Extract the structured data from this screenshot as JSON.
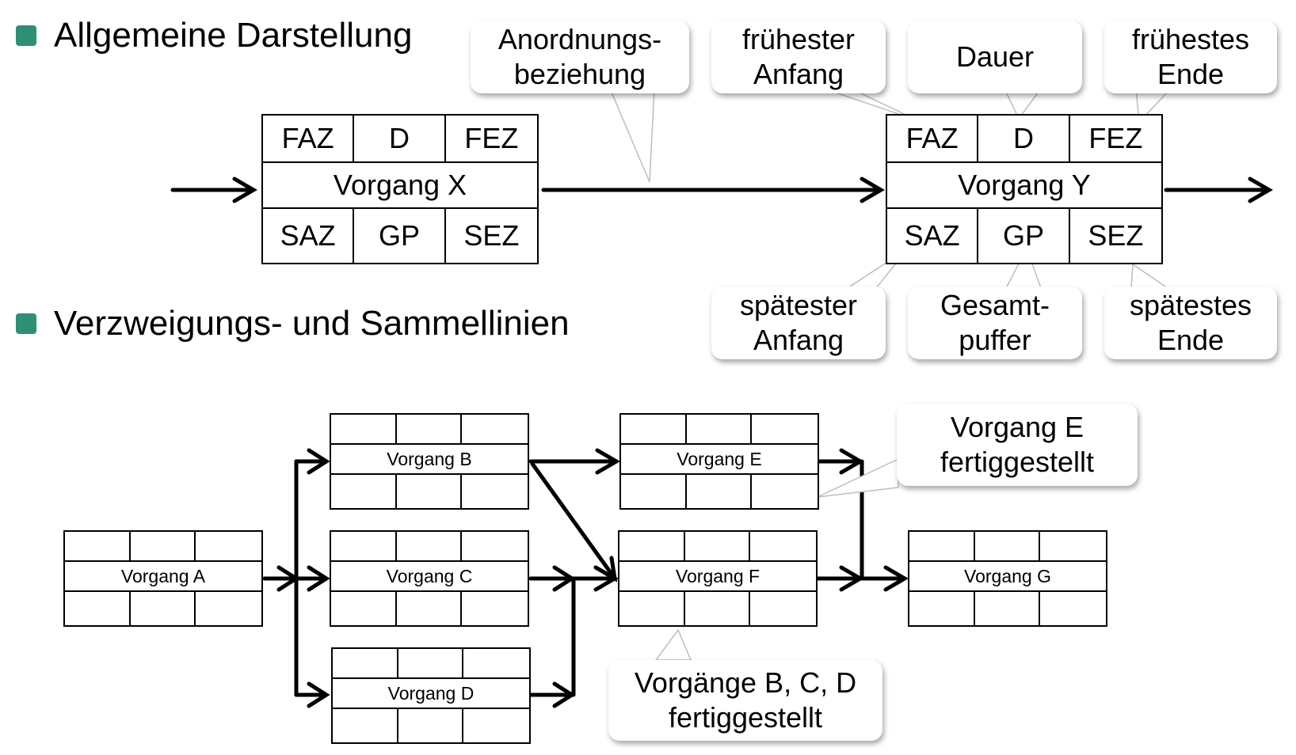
{
  "sections": {
    "general": "Allgemeine Darstellung",
    "branching": "Verzweigungs- und Sammellinien"
  },
  "general_node_x": {
    "top": [
      "FAZ",
      "D",
      "FEZ"
    ],
    "name": "Vorgang X",
    "bottom": [
      "SAZ",
      "GP",
      "SEZ"
    ]
  },
  "general_node_y": {
    "top": [
      "FAZ",
      "D",
      "FEZ"
    ],
    "name": "Vorgang Y",
    "bottom": [
      "SAZ",
      "GP",
      "SEZ"
    ]
  },
  "callouts": {
    "relation": [
      "Anordnungs-",
      "beziehung"
    ],
    "earliest_start": [
      "frühester",
      "Anfang"
    ],
    "duration": [
      "Dauer"
    ],
    "earliest_end": [
      "frühestes",
      "Ende"
    ],
    "latest_start": [
      "spätester",
      "Anfang"
    ],
    "total_float": [
      "Gesamt-",
      "puffer"
    ],
    "latest_end": [
      "spätestes",
      "Ende"
    ],
    "e_done": [
      "Vorgang E",
      "fertiggestellt"
    ],
    "bcd_done": [
      "Vorgänge B, C, D",
      "fertiggestellt"
    ]
  },
  "network_nodes": {
    "a": "Vorgang A",
    "b": "Vorgang B",
    "c": "Vorgang C",
    "d": "Vorgang D",
    "e": "Vorgang E",
    "f": "Vorgang F",
    "g": "Vorgang G"
  },
  "colors": {
    "bullet": "#2e8f74",
    "line": "#000000"
  }
}
